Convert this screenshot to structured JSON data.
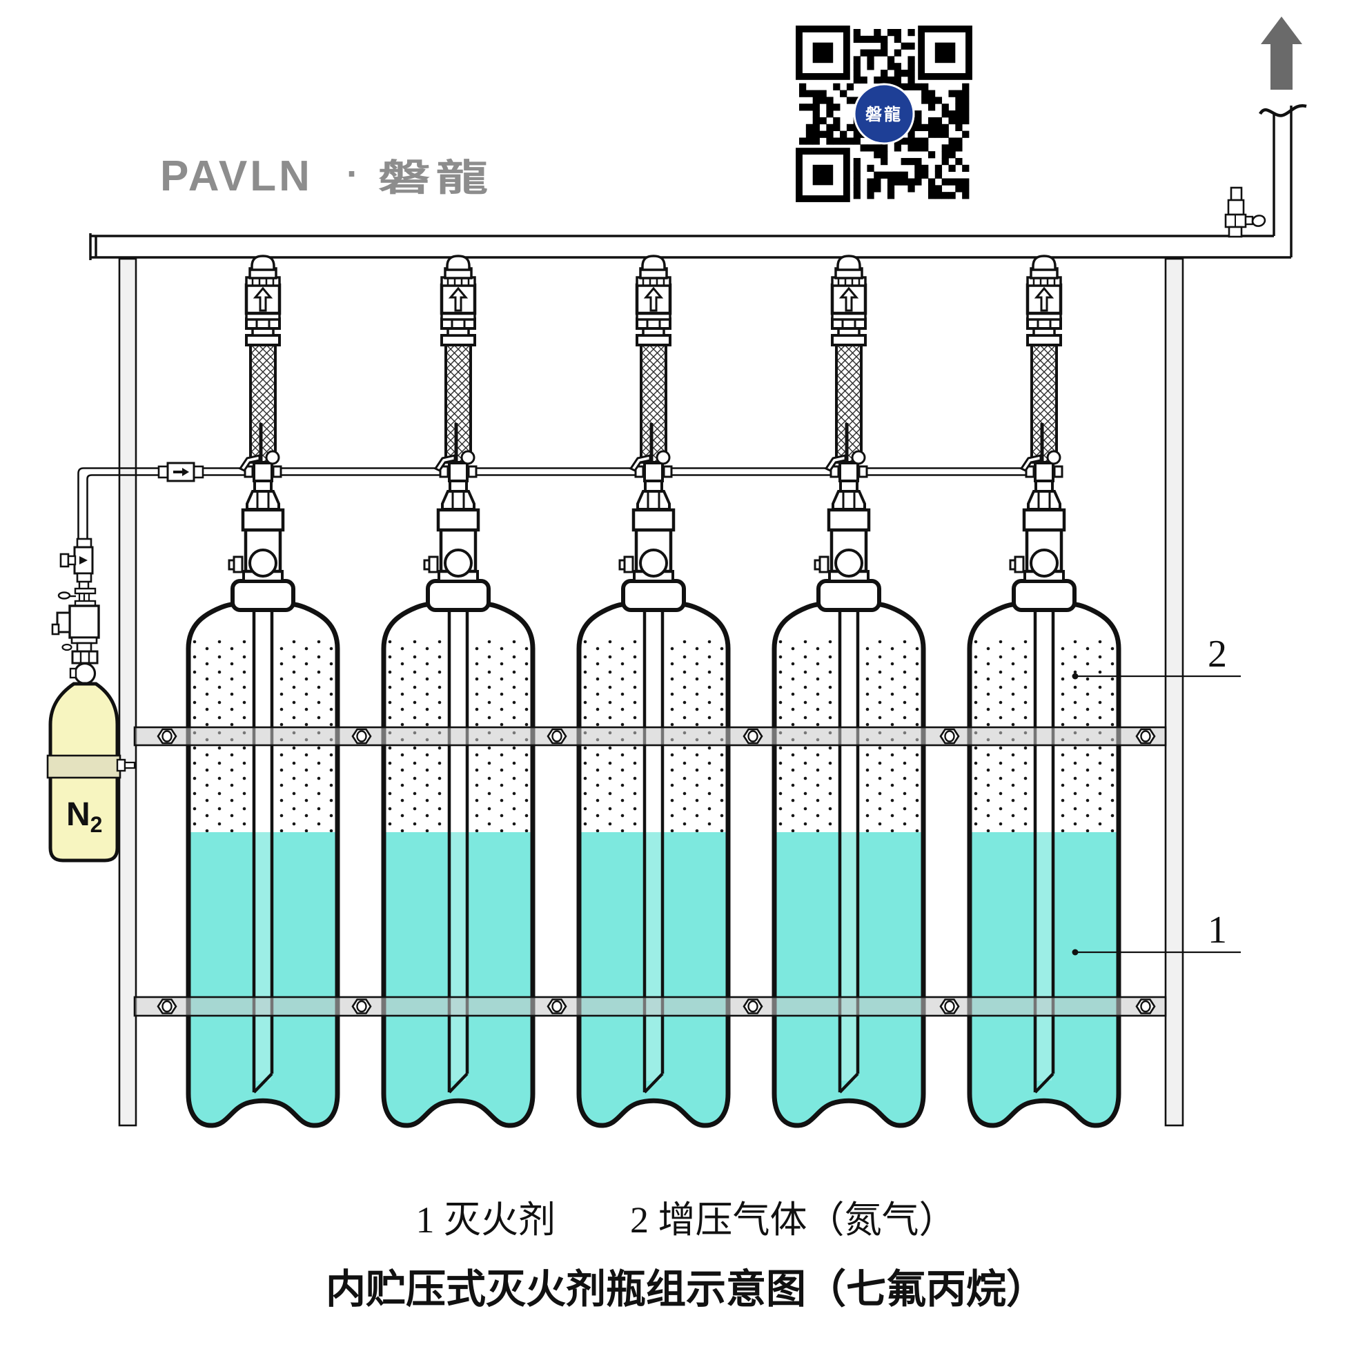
{
  "brand": {
    "logo_latin": "PAVLN",
    "logo_separator": "·",
    "logo_cjk": "磐龍"
  },
  "qr": {
    "center_label": "磐龍"
  },
  "n2_cylinder": {
    "label_main": "N",
    "label_sub": "2"
  },
  "cylinders": {
    "count": 5
  },
  "callouts": {
    "pressurizing_gas_number": "2",
    "agent_number": "1"
  },
  "legend": {
    "caption_line": "1 灭火剂　　2 增压气体（氮气）",
    "items": [
      {
        "number": "1",
        "text": "灭火剂"
      },
      {
        "number": "2",
        "text": "增压气体（氮气）"
      }
    ]
  },
  "title": "内贮压式灭火剂瓶组示意图（七氟丙烷）",
  "colors": {
    "liquid": "#7de8de",
    "n2_bottle": "#f7f5c0",
    "n2_strap": "#e4e2bf",
    "logo_gray": "#8d8d8d",
    "arrow_gray": "#6a6a6a",
    "qr_blue": "#1e3f96",
    "rail_gray": "#d9d9d9",
    "post_gray": "#f1f1f1"
  }
}
